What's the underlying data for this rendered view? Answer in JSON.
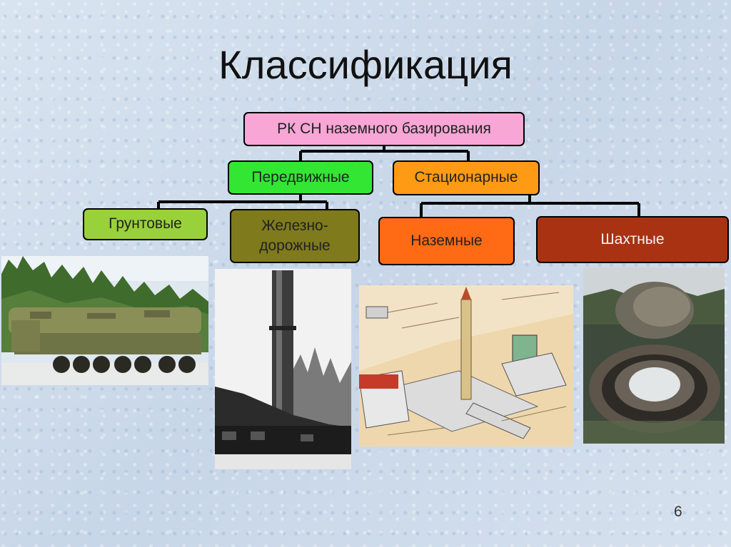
{
  "slide": {
    "title": "Классификация",
    "page_number": "6"
  },
  "tree": {
    "root": "РК СН наземного базирования",
    "mobile": "Передвижные",
    "stationary": "Стационарные",
    "ground_road": "Грунтовые",
    "railway": "Железно-\nдорожные",
    "surface": "Наземные",
    "silo": "Шахтные"
  },
  "colors": {
    "root": "#f7a6d6",
    "mobile": "#33e633",
    "stationary": "#ff9a14",
    "ground_road": "#99d13a",
    "railway": "#7f7a1c",
    "surface": "#ff6a14",
    "silo": "#a83212"
  },
  "images": [
    {
      "name": "mobile-launcher-photo",
      "subject": "truck"
    },
    {
      "name": "railway-launcher-photo",
      "subject": "train"
    },
    {
      "name": "surface-complex-drawing",
      "subject": "diagram"
    },
    {
      "name": "silo-launcher-photo",
      "subject": "silo"
    }
  ]
}
